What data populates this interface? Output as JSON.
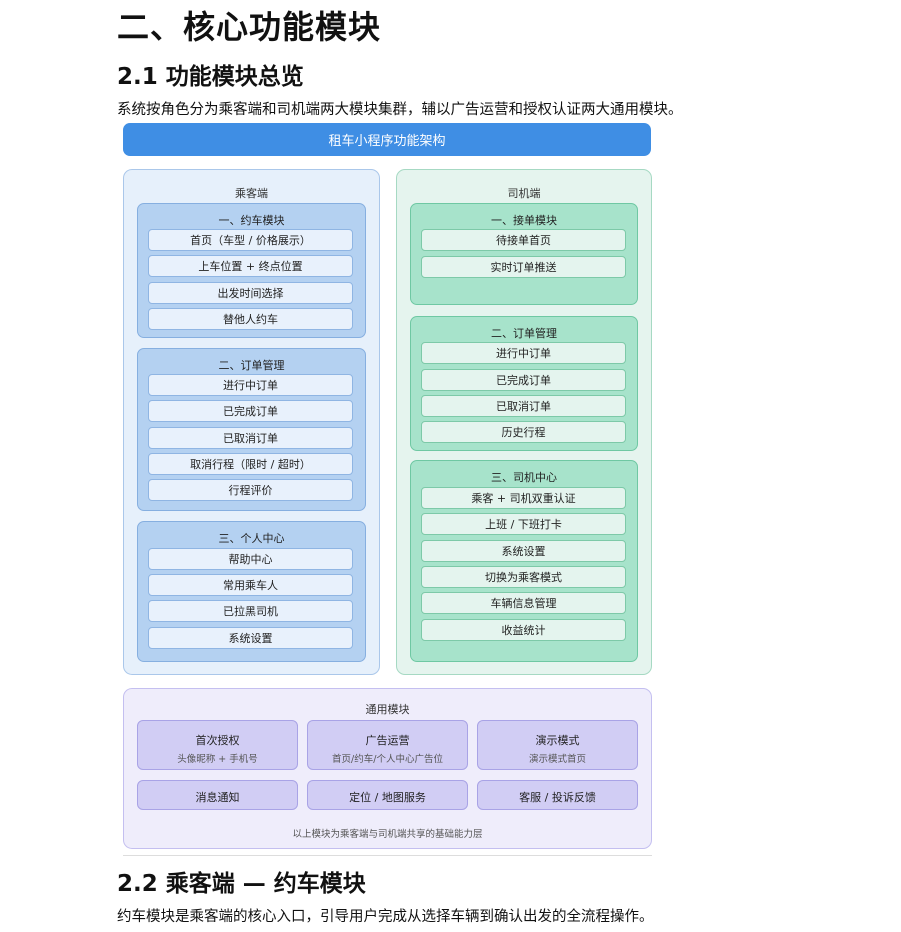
{
  "heading1": "二、核心功能模块",
  "section_21": {
    "title": "2.1 功能模块总览",
    "intro": "系统按角色分为乘客端和司机端两大模块集群，辅以广告运营和授权认证两大通用模块。"
  },
  "diagram": {
    "banner": "租车小程序功能架构",
    "passenger": {
      "title": "乘客端",
      "groups": [
        {
          "title": "一、约车模块",
          "items": [
            "首页（车型 / 价格展示）",
            "上车位置 + 终点位置",
            "出发时间选择",
            "替他人约车"
          ]
        },
        {
          "title": "二、订单管理",
          "items": [
            "进行中订单",
            "已完成订单",
            "已取消订单",
            "取消行程（限时 / 超时）",
            "行程评价"
          ]
        },
        {
          "title": "三、个人中心",
          "items": [
            "帮助中心",
            "常用乘车人",
            "已拉黑司机",
            "系统设置"
          ]
        }
      ]
    },
    "driver": {
      "title": "司机端",
      "groups": [
        {
          "title": "一、接单模块",
          "items": [
            "待接单首页",
            "实时订单推送"
          ]
        },
        {
          "title": "二、订单管理",
          "items": [
            "进行中订单",
            "已完成订单",
            "已取消订单",
            "历史行程"
          ]
        },
        {
          "title": "三、司机中心",
          "items": [
            "乘客 + 司机双重认证",
            "上班 / 下班打卡",
            "系统设置",
            "切换为乘客模式",
            "车辆信息管理",
            "收益统计"
          ]
        }
      ]
    },
    "common": {
      "title": "通用模块",
      "cards": [
        {
          "title": "首次授权",
          "subtitle": "头像昵称 + 手机号"
        },
        {
          "title": "广告运营",
          "subtitle": "首页/约车/个人中心广告位"
        },
        {
          "title": "演示模式",
          "subtitle": "演示模式首页"
        },
        {
          "title": "消息通知",
          "subtitle": ""
        },
        {
          "title": "定位 / 地图服务",
          "subtitle": ""
        },
        {
          "title": "客服 / 投诉反馈",
          "subtitle": ""
        }
      ],
      "note": "以上模块为乘客端与司机端共享的基础能力层"
    }
  },
  "section_22": {
    "title": "2.2 乘客端 — 约车模块",
    "intro": "约车模块是乘客端的核心入口，引导用户完成从选择车辆到确认出发的全流程操作。"
  }
}
